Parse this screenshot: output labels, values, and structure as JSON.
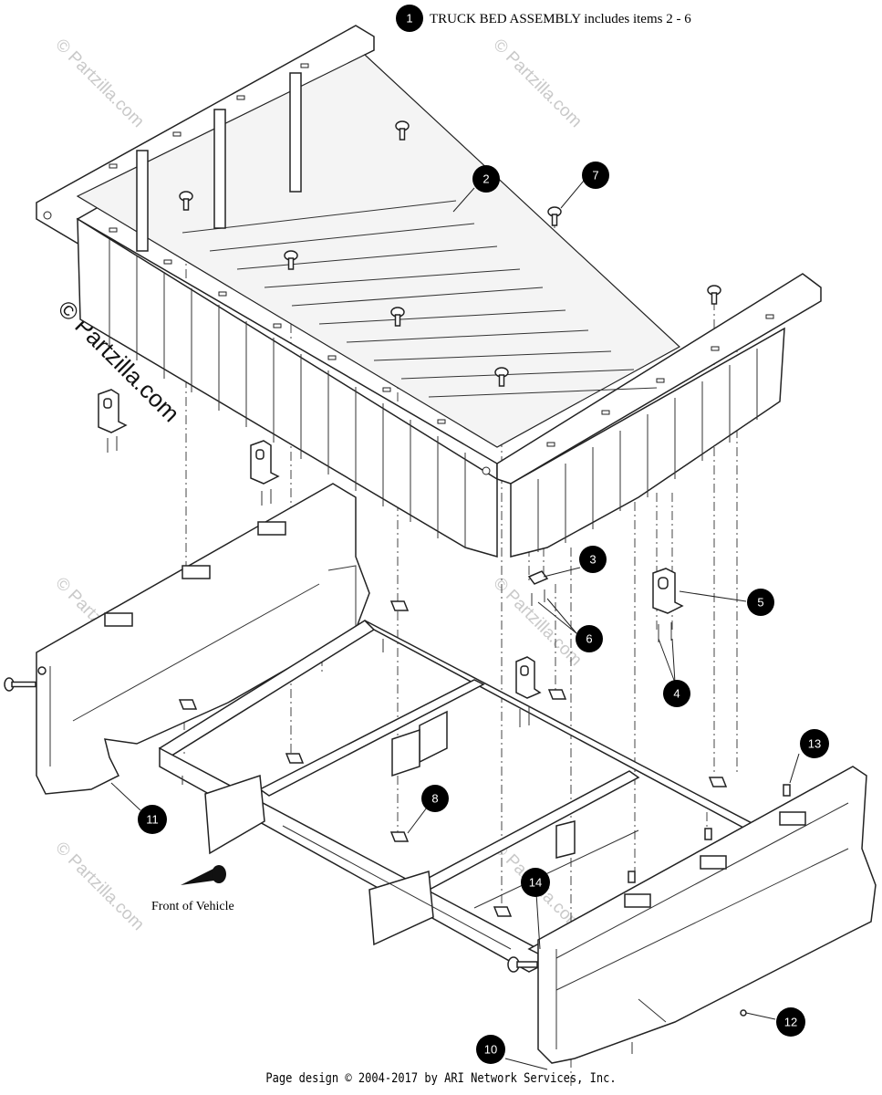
{
  "title": "TRUCK BED ASSEMBLY includes items 2 - 6",
  "front_label": "Front of Vehicle",
  "watermark": "© Partzilla.com",
  "footer": "Page design © 2004-2017 by ARI Network Services, Inc.",
  "callouts": [
    {
      "id": "1",
      "label": "1"
    },
    {
      "id": "2",
      "label": "2"
    },
    {
      "id": "3",
      "label": "3"
    },
    {
      "id": "4",
      "label": "4"
    },
    {
      "id": "5",
      "label": "5"
    },
    {
      "id": "6",
      "label": "6"
    },
    {
      "id": "7",
      "label": "7"
    },
    {
      "id": "8",
      "label": "8"
    },
    {
      "id": "10",
      "label": "10"
    },
    {
      "id": "11",
      "label": "11"
    },
    {
      "id": "12",
      "label": "12"
    },
    {
      "id": "13",
      "label": "13"
    },
    {
      "id": "14",
      "label": "14"
    }
  ]
}
